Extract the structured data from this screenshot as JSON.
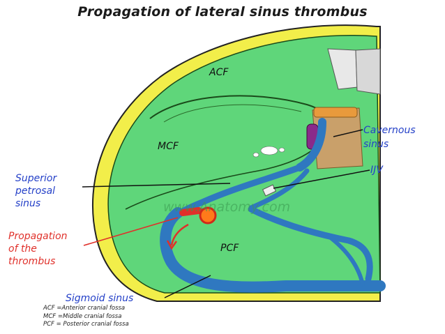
{
  "title": "Propagation of lateral sinus thrombus",
  "regions": {
    "acf": "ACF",
    "mcf": "MCF",
    "pcf": "PCF"
  },
  "labels": {
    "cavernous_line1": "Cavernous",
    "cavernous_line2": "sinus",
    "ijv": "IJV",
    "superior_line1": "Superior",
    "superior_line2": "petrosal",
    "superior_line3": "sinus",
    "propagation_line1": "Propagation",
    "propagation_line2": "of the",
    "propagation_line3": "thrombus",
    "sigmoid": "Sigmoid sinus"
  },
  "watermark": "www.Anatomy.com",
  "key": [
    "ACF =Anterior cranial fossa",
    "MCF =Middle cranial fossa",
    "PCF = Posterior cranial fossa"
  ],
  "colors": {
    "bone": "#f2ee4a",
    "fossa_green": "#5fd67a",
    "sinus_blue": "#2f78c0",
    "label_blue": "#2440c8",
    "label_red": "#e0302a",
    "thrombus_orange": "#ff7a1a",
    "cavernous_orange": "#e89a3c"
  }
}
